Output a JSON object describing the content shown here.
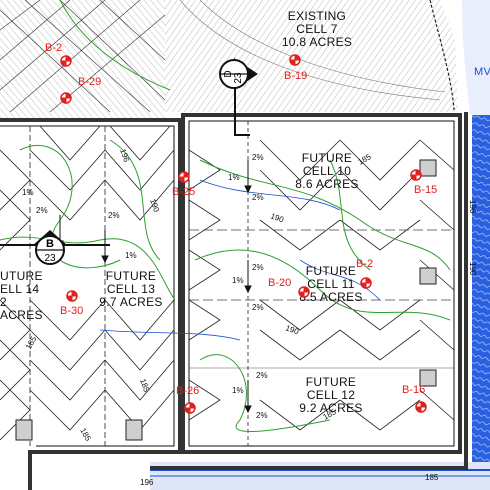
{
  "cells": [
    {
      "id": "cell7",
      "status": "EXISTING",
      "name": "CELL 7",
      "area": "10.8 ACRES"
    },
    {
      "id": "cell10",
      "status": "FUTURE",
      "name": "CELL 10",
      "area": "8.6 ACRES"
    },
    {
      "id": "cell11",
      "status": "FUTURE",
      "name": "CELL 11",
      "area": "8.5 ACRES"
    },
    {
      "id": "cell12",
      "status": "FUTURE",
      "name": "CELL 12",
      "area": "9.2 ACRES"
    },
    {
      "id": "cell13",
      "status": "FUTURE",
      "name": "CELL 13",
      "area": "9.7 ACRES"
    },
    {
      "id": "cell14",
      "status": "UTURE",
      "name": "ELL 14",
      "area": "2 ACRES"
    }
  ],
  "borings": [
    "B-2",
    "B-29",
    "B-19",
    "B-25",
    "B-15",
    "B-20",
    "B-2",
    "B-30",
    "B-26",
    "B-16"
  ],
  "section_markers": [
    {
      "letter": "D",
      "sheet": "23"
    },
    {
      "letter": "B",
      "sheet": "23"
    }
  ],
  "contour_labels": [
    "185",
    "190",
    "196"
  ],
  "slope_labels": [
    "1%",
    "2%"
  ],
  "edge_text": "MV",
  "colors": {
    "boring": "#e0211d",
    "water": "#1b4fd1",
    "contour_green": "#2f9e2f",
    "berm": "#333333"
  }
}
